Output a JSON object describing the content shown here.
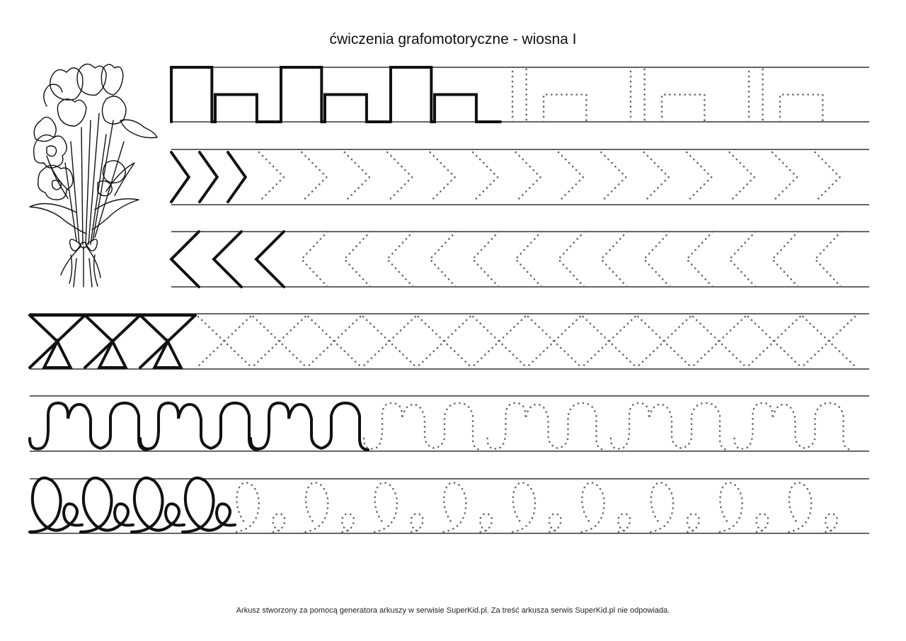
{
  "title": "ćwiczenia grafomotoryczne - wiosna I",
  "footer": "Arkusz stworzony za pomocą generatora arkuszy w serwisie SuperKid.pl. Za treść arkusza serwis SuperKid.pl nie odpowiada.",
  "illustration": {
    "icon": "flower-bouquet-icon"
  },
  "exercises": [
    {
      "pattern": "meander-square-wave",
      "solid_repeats": 3,
      "dotted_repeats": 3
    },
    {
      "pattern": "chevron-right",
      "solid_repeats": 3,
      "dotted_repeats": 14
    },
    {
      "pattern": "chevron-left",
      "solid_repeats": 3,
      "dotted_repeats": 13
    },
    {
      "pattern": "cross-x-triangles",
      "solid_repeats": 3,
      "dotted_repeats": 12
    },
    {
      "pattern": "cursive-arches",
      "solid_repeats": 3,
      "dotted_repeats": 4
    },
    {
      "pattern": "cursive-loops",
      "solid_repeats": 4,
      "dotted_repeats": 9
    }
  ],
  "colors": {
    "ink": "#111111",
    "dots": "#666666",
    "rule": "#333333"
  }
}
